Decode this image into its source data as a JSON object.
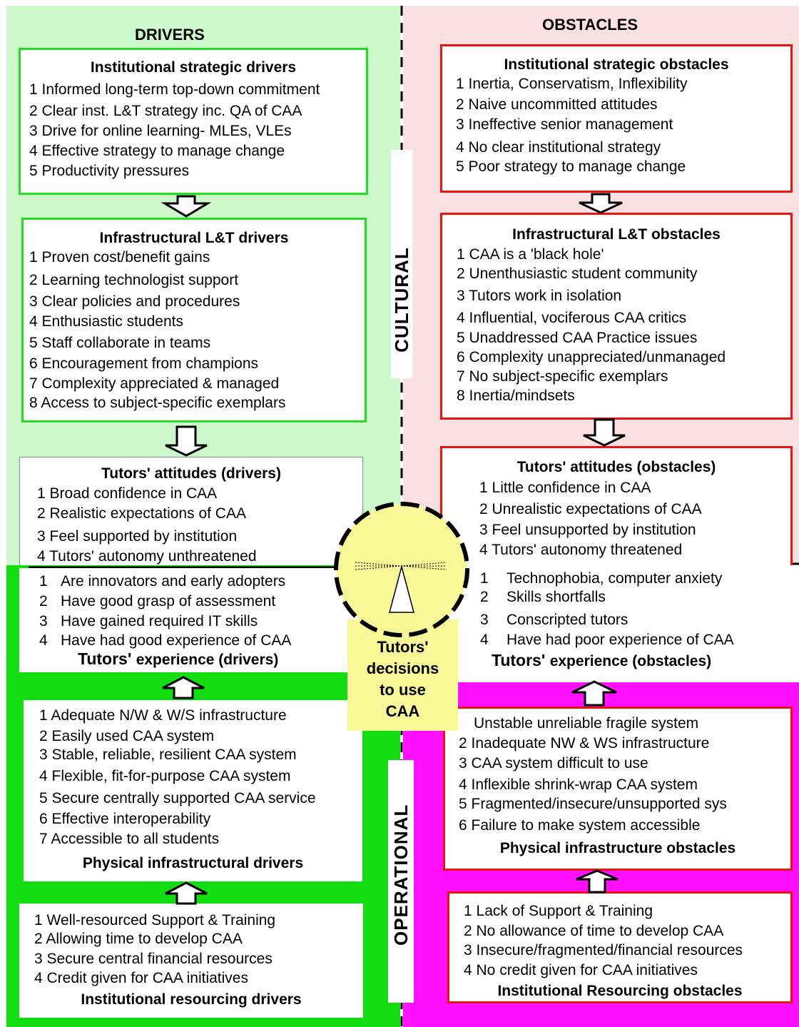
{
  "headers": {
    "drivers": "DRIVERS",
    "obstacles": "OBSTACLES"
  },
  "side_labels": {
    "cultural": "CULTURAL",
    "operational": "OPERATIONAL"
  },
  "colors": {
    "drivers_cultural_bg": "#ccf8cc",
    "obstacles_cultural_bg": "#fae0e0",
    "drivers_operational_bg": "#11dd11",
    "obstacles_operational_bg": "#ff11ff",
    "driver_border": "#22dd22",
    "obstacle_border": "#ee1111",
    "center_fill": "#f8f898"
  },
  "center": {
    "line1": "Tutors'",
    "line2": "decisions",
    "line3": "to use",
    "line4": "CAA"
  },
  "drivers": {
    "strategic": {
      "title": "Institutional strategic drivers",
      "items": [
        "1 Informed long-term top-down commitment",
        "2 Clear inst. L&T strategy inc. QA of CAA",
        "3 Drive for online learning- MLEs, VLEs",
        "4 Effective strategy to manage change",
        "5 Productivity pressures"
      ]
    },
    "infrastructural": {
      "title": "Infrastructural L&T drivers",
      "items": [
        "1 Proven cost/benefit gains",
        "2 Learning technologist support",
        "3 Clear policies and procedures",
        "4 Enthusiastic students",
        "5 Staff collaborate in teams",
        "6 Encouragement from champions",
        "7 Complexity appreciated & managed",
        "8 Access to subject-specific exemplars"
      ]
    },
    "attitudes": {
      "title": "Tutors' attitudes (drivers)",
      "items": [
        "1  Broad confidence in CAA",
        "2  Realistic expectations of CAA",
        "3  Feel supported by institution",
        "4  Tutors' autonomy unthreatened"
      ]
    },
    "experience": {
      "title_a": "Tutors' ",
      "title_b": "experience (drivers)",
      "nums": [
        "1",
        "2",
        "3",
        "4"
      ],
      "items": [
        "Are innovators and early adopters",
        "Have good grasp of assessment",
        "Have gained required IT skills",
        "Have had good experience of CAA"
      ]
    },
    "physical": {
      "title": "Physical infrastructural drivers",
      "items": [
        "1 Adequate N/W & W/S infrastructure",
        "2 Easily used CAA system",
        "3 Stable, reliable, resilient CAA system",
        "4 Flexible, fit-for-purpose CAA system",
        "5 Secure centrally supported CAA service",
        "6 Effective interoperability",
        "7 Accessible to all students"
      ]
    },
    "resourcing": {
      "title": "Institutional resourcing drivers",
      "items": [
        "1 Well-resourced Support &  Training",
        "2 Allowing time to develop CAA",
        "3 Secure central financial resources",
        "4 Credit given for CAA initiatives"
      ]
    }
  },
  "obstacles": {
    "strategic": {
      "title": "Institutional strategic obstacles",
      "items": [
        "1  Inertia, Conservatism, Inflexibility",
        "2  Naive uncommitted attitudes",
        "3  Ineffective senior management",
        "4  No clear institutional strategy",
        "5  Poor strategy to manage change"
      ]
    },
    "infrastructural": {
      "title": "Infrastructural L&T obstacles",
      "items": [
        "1  CAA is a 'black hole'",
        "2  Unenthusiastic student community",
        "3  Tutors work in isolation",
        "4  Influential, vociferous CAA critics",
        "5  Unaddressed CAA Practice issues",
        "6  Complexity unappreciated/unmanaged",
        "7  No subject-specific exemplars",
        "8  Inertia/mindsets"
      ]
    },
    "attitudes": {
      "title": "Tutors' attitudes (obstacles)",
      "items": [
        "1  Little confidence in CAA",
        "2  Unrealistic expectations of CAA",
        "3  Feel unsupported by institution",
        "4  Tutors' autonomy threatened"
      ]
    },
    "experience": {
      "title_a": "Tutors' ",
      "title_b": "experience (obstacles)",
      "nums": [
        "1",
        "2",
        "3",
        "4"
      ],
      "items": [
        "Technophobia, computer anxiety",
        "Skills shortfalls",
        "Conscripted tutors",
        "Have had poor experience of CAA"
      ]
    },
    "physical": {
      "title": "Physical infrastructure obstacles",
      "items": [
        "Unstable unreliable fragile system",
        "2 Inadequate NW & WS infrastructure",
        "3 CAA system difficult to use",
        "4 Inflexible shrink-wrap CAA system",
        "5 Fragmented/insecure/unsupported sys",
        "6 Failure to make system accessible"
      ]
    },
    "resourcing": {
      "title": "Institutional Resourcing obstacles",
      "items": [
        "1 Lack of Support &  Training",
        "2 No allowance of time to develop CAA",
        "3 Insecure/fragmented/financial resources",
        "4 No credit given for CAA initiatives"
      ]
    }
  }
}
